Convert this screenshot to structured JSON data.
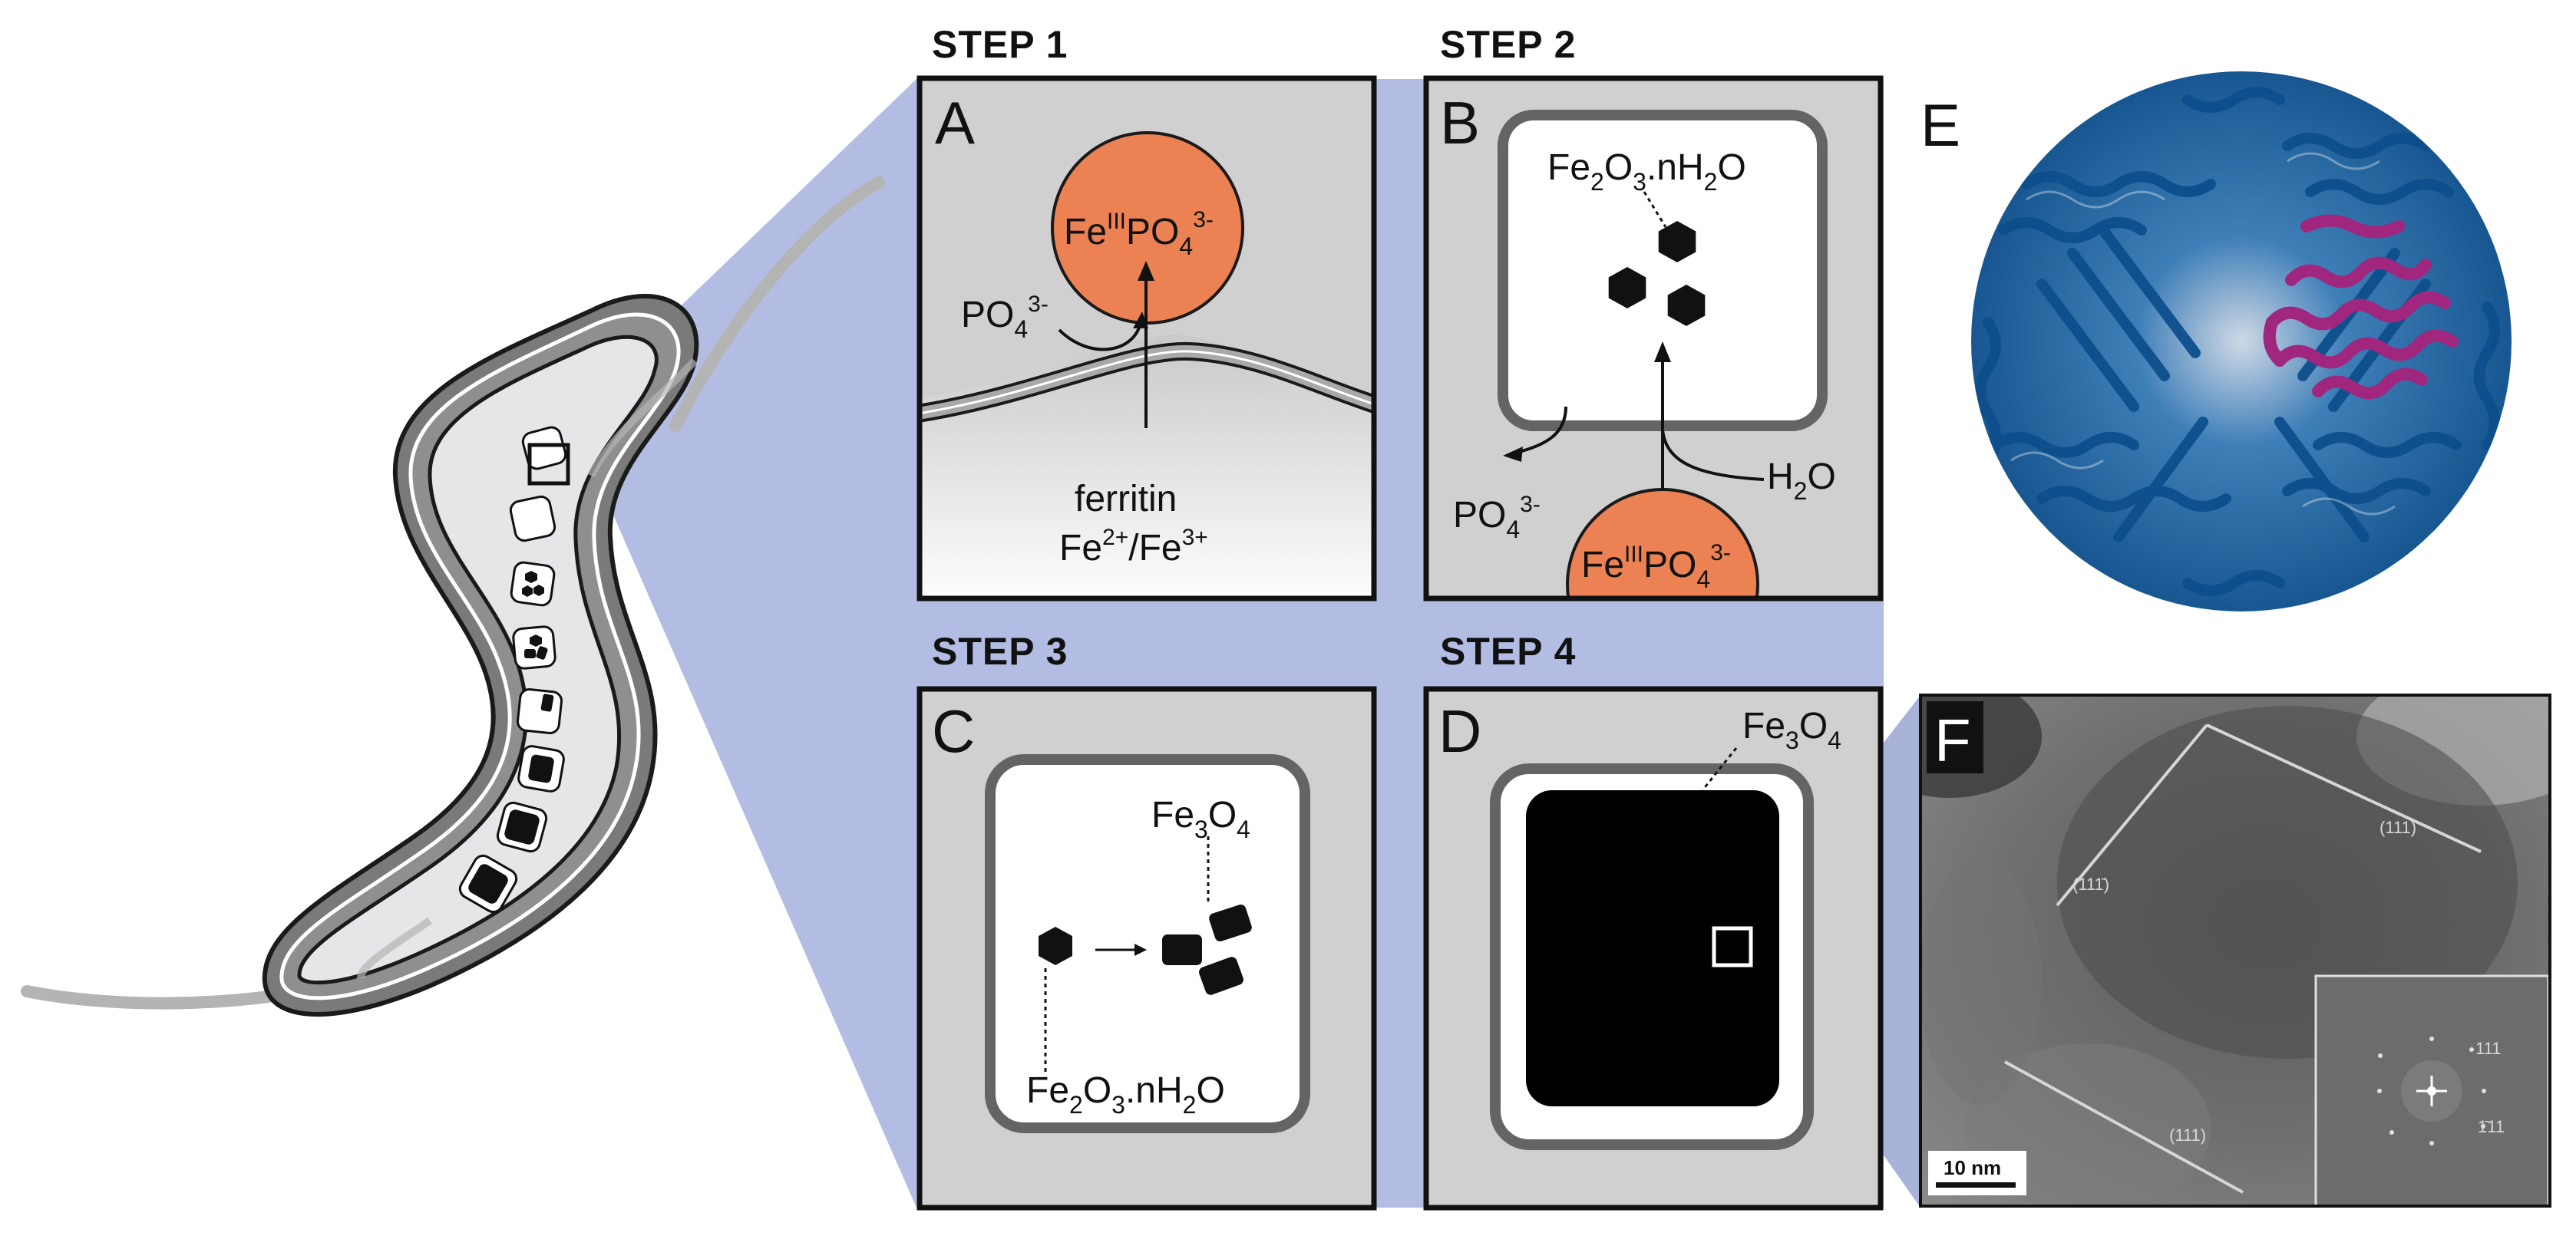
{
  "steps": {
    "step1": "STEP 1",
    "step2": "STEP 2",
    "step3": "STEP 3",
    "step4": "STEP 4"
  },
  "panels": {
    "A": {
      "label": "A",
      "particle": {
        "pre": "Fe",
        "sup1": "III",
        "mid": "PO",
        "sub": "4",
        "sup2": "3-"
      },
      "phosphate": {
        "pre": "PO",
        "sub": "4",
        "sup": "3-"
      },
      "source_line1": "ferritin",
      "source_line2": {
        "a": "Fe",
        "a_sup": "2+",
        "slash": "/Fe",
        "b_sup": "3+"
      }
    },
    "B": {
      "label": "B",
      "product": {
        "a": "Fe",
        "a_sub": "2",
        "b": "O",
        "b_sub": "3",
        "c": ".nH",
        "c_sub": "2",
        "d": "O"
      },
      "phosphate": {
        "pre": "PO",
        "sub": "4",
        "sup": "3-"
      },
      "water": {
        "a": "H",
        "a_sub": "2",
        "b": "O"
      },
      "particle": {
        "pre": "Fe",
        "sup1": "III",
        "mid": "PO",
        "sub": "4",
        "sup2": "3-"
      }
    },
    "C": {
      "label": "C",
      "magnetite": {
        "a": "Fe",
        "a_sub": "3",
        "b": "O",
        "b_sub": "4"
      },
      "precursor": {
        "a": "Fe",
        "a_sub": "2",
        "b": "O",
        "b_sub": "3",
        "c": ".nH",
        "c_sub": "2",
        "d": "O"
      }
    },
    "D": {
      "label": "D",
      "magnetite": {
        "a": "Fe",
        "a_sub": "3",
        "b": "O",
        "b_sub": "4"
      }
    },
    "E": {
      "label": "E"
    },
    "F": {
      "label": "F",
      "hkl_1": "(111)",
      "hkl_2": "(111̄)",
      "hkl_3": "(111)",
      "fft_1": "111",
      "fft_2": "1̄11",
      "scale_bar": "10 nm"
    }
  },
  "colors": {
    "highlight": "#b3bde3",
    "panel_bg": "#d0d0d0",
    "cell_wall": "#8c8c8c",
    "orange": "#ec8253",
    "protein_blue": "#1f6fb0",
    "protein_magenta": "#a0267e"
  }
}
